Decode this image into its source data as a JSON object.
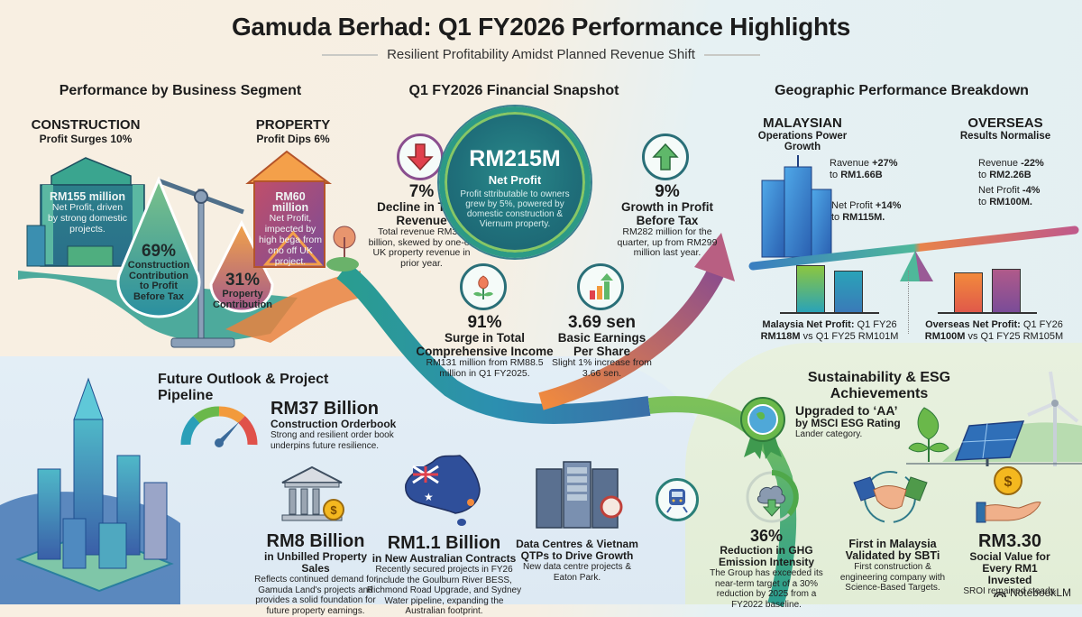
{
  "header": {
    "title": "Gamuda Berhad: Q1 FY2026 Performance Highlights",
    "subtitle": "Resilient Profitability Amidst Planned Revenue Shift"
  },
  "segments": {
    "title": "Performance by Business Segment",
    "construction": {
      "heading": "CONSTRUCTION",
      "subheading": "Profit Surges 10%",
      "amount": "RM155 million",
      "desc": "Net Profit, driven by strong domestic projects.",
      "contribution_pct": "69%",
      "contribution_label": "Construction Contribution to Profit Before Tax",
      "color": "#2f9e8f"
    },
    "property": {
      "heading": "PROPERTY",
      "subheading": "Profit Dips 6%",
      "amount": "RM60 million",
      "desc": "Net Profit, impected by high bega from ono off UK project.",
      "contribution_pct": "31%",
      "contribution_label": "Property Contribution",
      "color": "#e98a3f"
    }
  },
  "snapshot": {
    "title": "Q1 FY2026 Financial Snapshot",
    "net_profit": {
      "amount": "RM215M",
      "label": "Net Profit",
      "desc": "Profit sttributable to owners grew by 5%, powered by domestic construction & Viernum property."
    },
    "revenue": {
      "pct": "7%",
      "label": "Decline in Total Revenue",
      "desc": "Total revenue RM3.9 billion, skewed by one-off UK property revenue in prior year.",
      "icon": "arrow-down-icon"
    },
    "pbt": {
      "pct": "9%",
      "label": "Growth in Profit Before Tax",
      "desc": "RM282 million for the quarter, up from RM299 million last year.",
      "icon": "arrow-up-icon"
    },
    "comprehensive_income": {
      "pct": "91%",
      "label": "Surge in Total Comprehensive Income",
      "desc": "RM131 million from RM88.5 million in Q1 FY2025.",
      "icon": "flower-icon"
    },
    "eps": {
      "value": "3.69 sen",
      "label": "Basic Earnings Per Share",
      "desc": "Slight 1% increase from 3.66 sen.",
      "icon": "bar-growth-icon"
    }
  },
  "geographic": {
    "title": "Geographic Performance Breakdown",
    "malaysian": {
      "heading": "MALAYSIAN",
      "subheading": "Operations Power Growth",
      "revenue_prefix": "Ravenue ",
      "revenue_change": "+27%",
      "revenue_to": "to ",
      "revenue_value": "RM1.66B",
      "profit_prefix": "Net Profit ",
      "profit_change": "+14%",
      "profit_to": "to ",
      "profit_value": "RM115M.",
      "caption_label": "Malaysia Net Profit:",
      "caption_period": " Q1 FY26",
      "caption_value": "RM118M",
      "caption_compare": " vs Q1 FY25 RM101M"
    },
    "overseas": {
      "heading": "OVERSEAS",
      "subheading": "Results Normalise",
      "revenue_prefix": "Revenue ",
      "revenue_change": "-22%",
      "revenue_to": "to ",
      "revenue_value": "RM2.26B",
      "profit_prefix": "Net Profit ",
      "profit_change": "-4%",
      "profit_to": "to ",
      "profit_value": "RM100M.",
      "caption_label": "Overseas Net Profit:",
      "caption_period": " Q1 FY26",
      "caption_value": "RM100M",
      "caption_compare": " vs Q1 FY25 RM105M"
    }
  },
  "chart_data": [
    {
      "type": "bar",
      "title": "Malaysia Net Profit",
      "categories": [
        "Q1 FY26",
        "Q1 FY25"
      ],
      "values": [
        118,
        101
      ],
      "ylabel": "RM million",
      "colors": [
        "#8cc63f",
        "#2a9fb0"
      ]
    },
    {
      "type": "bar",
      "title": "Overseas Net Profit",
      "categories": [
        "Q1 FY26",
        "Q1 FY25"
      ],
      "values": [
        100,
        105
      ],
      "ylabel": "RM million",
      "colors": [
        "#f28a3c",
        "#8a4f8f"
      ]
    },
    {
      "type": "pie",
      "title": "Contribution to Profit Before Tax",
      "categories": [
        "Construction",
        "Property"
      ],
      "values": [
        69,
        31
      ]
    }
  ],
  "outlook": {
    "title": "Future Outlook & Project Pipeline",
    "orderbook": {
      "amount": "RM37 Billion",
      "label": "Construction Orderbook",
      "desc": "Strong and resilient order book underpins future resilience.",
      "icon": "gauge-icon"
    },
    "unbilled": {
      "amount": "RM8 Billion",
      "label": "in Unbilled Property Sales",
      "desc": "Reflects continued demand for Gamuda Land's projects and provides a solid foundation for future property earnings.",
      "icon": "bank-icon"
    },
    "australia": {
      "amount": "RM1.1 Billion",
      "label": "in New Australian Contracts",
      "desc": "Recently secured projects in FY26 include the Goulburn River BESS, Richmond Road Upgrade, and Sydney Water pipeline, expanding the Australian footprint.",
      "icon": "australia-map-icon"
    },
    "data_centres": {
      "label": "Data Centres & Vietnam QTPs to Drive Growth",
      "desc": "New data centre projects & Eaton Park.",
      "icon": "server-icon"
    }
  },
  "esg": {
    "title": "Sustainability & ESG Achievements",
    "msci": {
      "label": "Upgraded to ‘AA’",
      "label2": "by MSCI ESG Rating",
      "desc": "Lander category.",
      "icon": "award-globe-icon"
    },
    "ghg": {
      "pct": "36%",
      "label": "Reduction in GHG Emission Intensity",
      "desc": "The Group has exceeded its near-term target of a 30% reduction by 2025 from a FY2022 baseline.",
      "icon": "cloud-down-icon"
    },
    "sbti": {
      "label": "First in Malaysia Validated by SBTi",
      "desc": "First construction & engineering company with Science-Based Targets.",
      "icon": "handshake-icon"
    },
    "sroi": {
      "value": "RM3.30",
      "label": "Social Value for Every RM1 Invested",
      "desc": "SROI remained steady.",
      "icon": "hand-coin-icon"
    }
  },
  "footer": {
    "brand": "NotebookLM"
  }
}
